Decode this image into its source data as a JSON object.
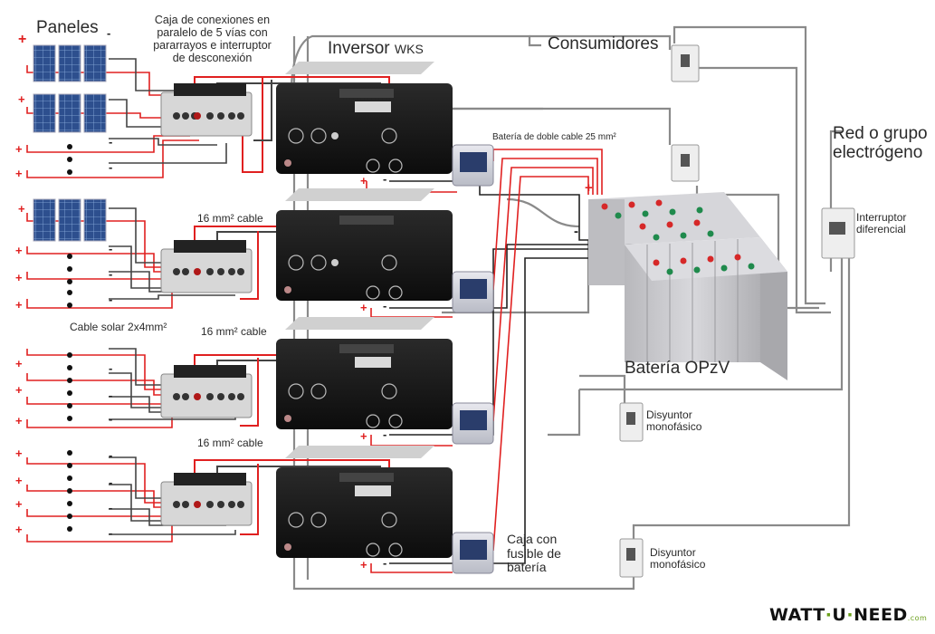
{
  "labels": {
    "panels": "Paneles",
    "combiner_box": [
      "Caja de conexiones en",
      "paralelo de 5 vías con",
      "pararrayos e interruptor",
      "de desconexión"
    ],
    "inverter_main": "Inversor",
    "inverter_suffix": "WKS",
    "consumers": "Consumidores",
    "grid": [
      "Red o grupo",
      "electrógeno"
    ],
    "differential_switch": [
      "Interruptor",
      "diferencial"
    ],
    "battery_cable": "Batería de doble cable 25 mm²",
    "cable_16_a": "16 mm² cable",
    "cable_16_b": "16 mm² cable",
    "cable_16_c": "16 mm² cable",
    "solar_cable": "Cable solar 2x4mm²",
    "battery_bank": "Batería OPzV",
    "breaker_1": [
      "Disyuntor",
      "monofásico"
    ],
    "breaker_2": [
      "Disyuntor",
      "monofásico"
    ],
    "fuse_box": [
      "Caja con",
      "fusible de",
      "batería"
    ],
    "plus": "+",
    "minus": "-"
  },
  "brand": {
    "part1": "WATT",
    "part2": "U",
    "part3": "NEED",
    "suffix": ".com"
  },
  "colors": {
    "positive": "#e02020",
    "negative": "#222222",
    "ac_line": "#8a8a8a",
    "inverter": "#141414",
    "panel": "#2d4f8e",
    "battery": "#c9c9cc",
    "cap_red": "#d62828",
    "cap_green": "#1f8a4c",
    "brand_accent": "#6a9f1b"
  },
  "icons": [
    "solar-panel-icon",
    "combiner-box-icon",
    "inverter-icon",
    "fuse-box-icon",
    "breaker-icon",
    "battery-icon"
  ]
}
